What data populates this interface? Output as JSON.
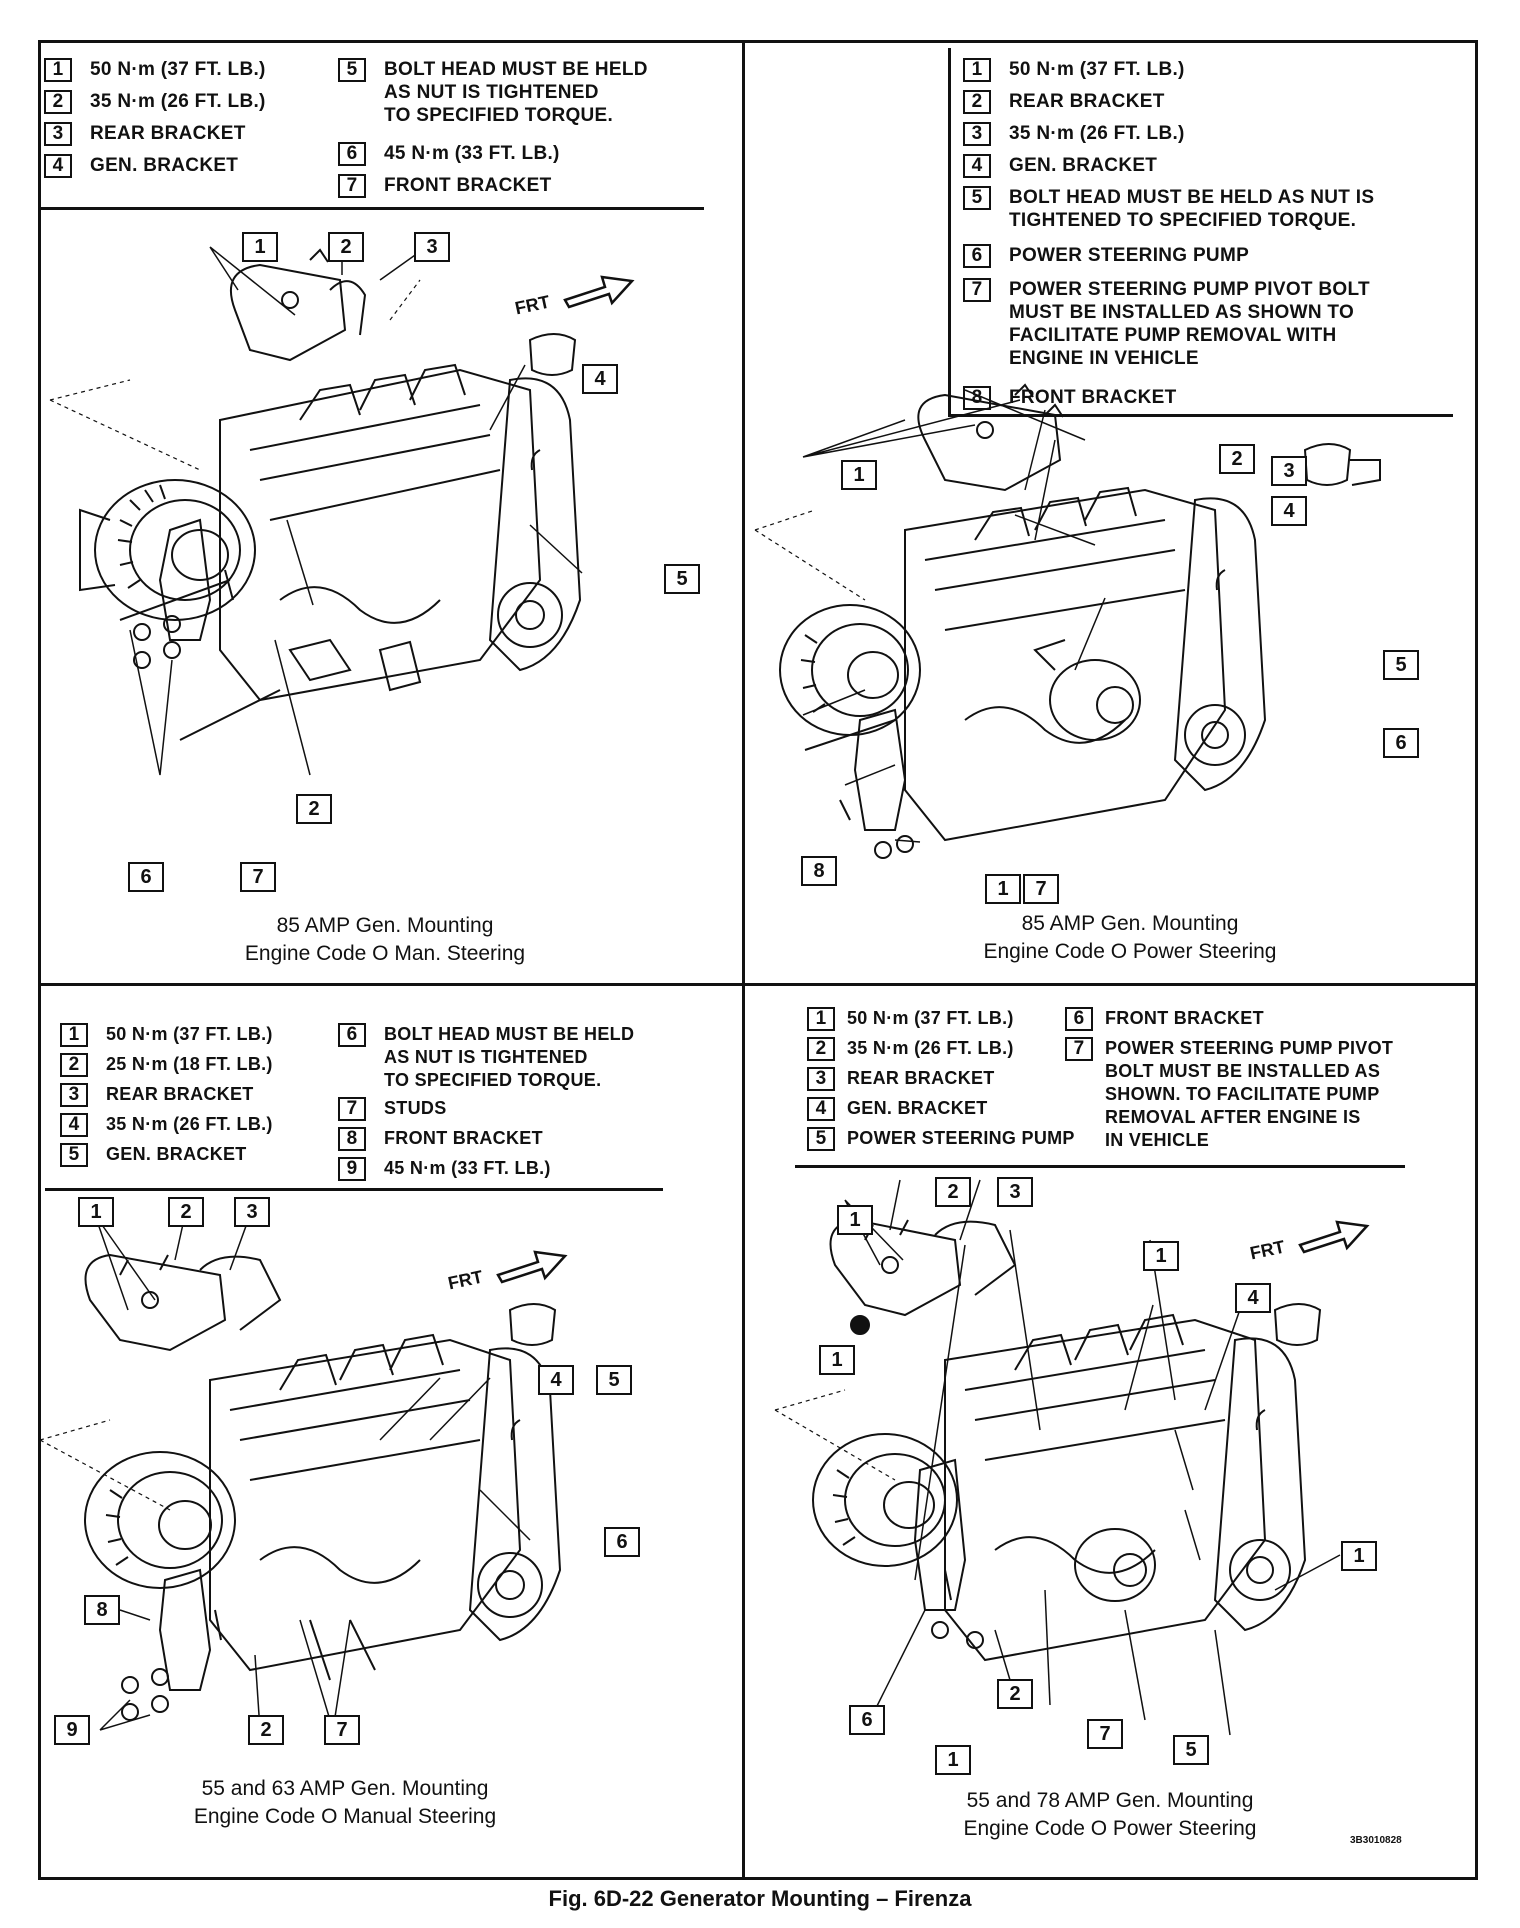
{
  "figure_caption": "Fig. 6D-22 Generator Mounting – Firenza",
  "reference_code": "3B3010828",
  "labels": {
    "frt": "FRT"
  },
  "panels": [
    {
      "id": "top-left",
      "legend": [
        {
          "num": "1",
          "text": "50 N·m (37 FT. LB.)"
        },
        {
          "num": "2",
          "text": "35 N·m (26 FT. LB.)"
        },
        {
          "num": "3",
          "text": "REAR BRACKET"
        },
        {
          "num": "4",
          "text": "GEN. BRACKET"
        },
        {
          "num": "5",
          "text": "BOLT HEAD MUST BE HELD\nAS NUT IS TIGHTENED\nTO SPECIFIED TORQUE."
        },
        {
          "num": "6",
          "text": "45 N·m (33 FT. LB.)"
        },
        {
          "num": "7",
          "text": "FRONT BRACKET"
        }
      ],
      "callouts": [
        "1",
        "2",
        "3",
        "4",
        "5",
        "2",
        "6",
        "7"
      ],
      "caption": [
        "85 AMP Gen. Mounting",
        "Engine Code O Man. Steering"
      ]
    },
    {
      "id": "top-right",
      "legend": [
        {
          "num": "1",
          "text": "50 N·m (37 FT. LB.)"
        },
        {
          "num": "2",
          "text": "REAR BRACKET"
        },
        {
          "num": "3",
          "text": "35 N·m (26 FT. LB.)"
        },
        {
          "num": "4",
          "text": "GEN. BRACKET"
        },
        {
          "num": "5",
          "text": "BOLT HEAD MUST BE HELD AS NUT IS\nTIGHTENED TO SPECIFIED TORQUE."
        },
        {
          "num": "6",
          "text": "POWER STEERING PUMP"
        },
        {
          "num": "7",
          "text": "POWER STEERING PUMP PIVOT BOLT\nMUST BE INSTALLED AS SHOWN TO\nFACILITATE PUMP REMOVAL WITH\nENGINE IN VEHICLE"
        },
        {
          "num": "8",
          "text": "FRONT BRACKET"
        }
      ],
      "callouts": [
        "1",
        "2",
        "3",
        "4",
        "5",
        "6",
        "8",
        "1",
        "7"
      ],
      "caption": [
        "85 AMP Gen. Mounting",
        "Engine Code O Power Steering"
      ]
    },
    {
      "id": "bottom-left",
      "legend": [
        {
          "num": "1",
          "text": "50 N·m (37 FT. LB.)"
        },
        {
          "num": "2",
          "text": "25 N·m (18 FT. LB.)"
        },
        {
          "num": "3",
          "text": "REAR BRACKET"
        },
        {
          "num": "4",
          "text": "35 N·m (26 FT. LB.)"
        },
        {
          "num": "5",
          "text": "GEN. BRACKET"
        },
        {
          "num": "6",
          "text": "BOLT HEAD MUST BE HELD\nAS NUT IS TIGHTENED\nTO SPECIFIED TORQUE."
        },
        {
          "num": "7",
          "text": "STUDS"
        },
        {
          "num": "8",
          "text": "FRONT BRACKET"
        },
        {
          "num": "9",
          "text": "45 N·m (33 FT. LB.)"
        }
      ],
      "callouts": [
        "1",
        "2",
        "3",
        "4",
        "5",
        "6",
        "8",
        "9",
        "2",
        "7"
      ],
      "caption": [
        "55 and 63 AMP Gen. Mounting",
        "Engine Code O Manual Steering"
      ]
    },
    {
      "id": "bottom-right",
      "legend": [
        {
          "num": "1",
          "text": "50 N·m (37 FT. LB.)"
        },
        {
          "num": "2",
          "text": "35 N·m (26 FT. LB.)"
        },
        {
          "num": "3",
          "text": "REAR BRACKET"
        },
        {
          "num": "4",
          "text": "GEN. BRACKET"
        },
        {
          "num": "5",
          "text": "POWER STEERING PUMP"
        },
        {
          "num": "6",
          "text": "FRONT BRACKET"
        },
        {
          "num": "7",
          "text": "POWER STEERING PUMP PIVOT\nBOLT MUST BE INSTALLED AS\nSHOWN. TO FACILITATE PUMP\nREMOVAL AFTER ENGINE IS\nIN VEHICLE"
        }
      ],
      "callouts": [
        "2",
        "3",
        "1",
        "1",
        "4",
        "1",
        "1",
        "6",
        "2",
        "7",
        "5",
        "1"
      ],
      "caption": [
        "55 and 78 AMP Gen. Mounting",
        "Engine Code O Power Steering"
      ]
    }
  ]
}
